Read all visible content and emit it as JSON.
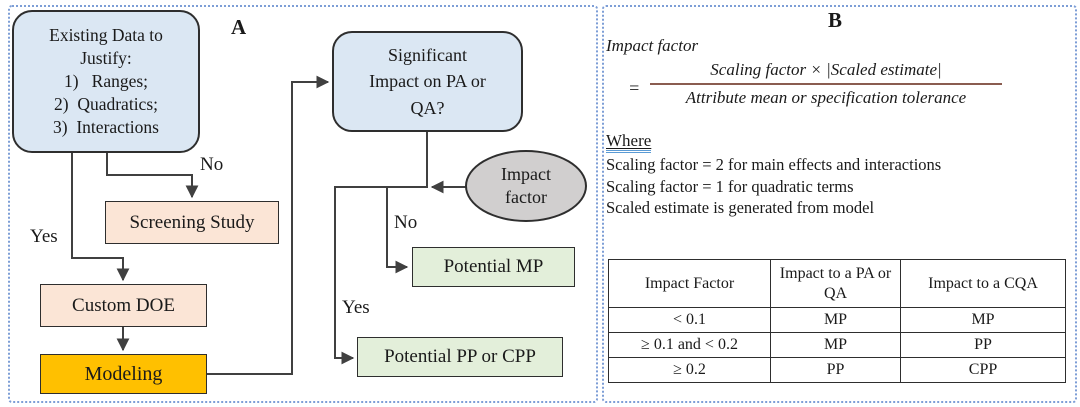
{
  "colors": {
    "light_blue": "#dbe7f3",
    "peach": "#fbe5d6",
    "gold": "#ffc000",
    "green": "#e3efda",
    "gray": "#d1cfcf",
    "panel_border_blue": "#7d9ed6",
    "connector_line": "#404040",
    "fraction_bar": "#8a5c50",
    "where_underline_blue": "#5b9bd5"
  },
  "panelA": {
    "label": "A",
    "nodes": {
      "existing_data": {
        "lines": [
          "Existing Data to",
          "Justify:",
          "1)   Ranges;",
          "2)  Quadratics;",
          "3)  Interactions"
        ]
      },
      "screening_study": {
        "label": "Screening Study"
      },
      "custom_doe": {
        "label": "Custom DOE"
      },
      "modeling": {
        "label": "Modeling"
      },
      "significant_impact": {
        "lines": [
          "Significant",
          "Impact on PA or",
          "QA?"
        ]
      },
      "impact_factor": {
        "lines": [
          "Impact",
          "factor"
        ]
      },
      "potential_mp": {
        "label": "Potential MP"
      },
      "potential_pp_cpp": {
        "label": "Potential PP or CPP"
      }
    },
    "edge_labels": {
      "yes_left": "Yes",
      "no_top": "No",
      "no_mid": "No",
      "yes_mid": "Yes"
    }
  },
  "panelB": {
    "label": "B",
    "formula": {
      "title": "Impact factor",
      "equals": "=",
      "numerator": "Scaling factor × |Scaled estimate|",
      "denominator": "Attribute mean or specification tolerance"
    },
    "where_label": "Where",
    "where_lines": [
      "Scaling factor = 2 for main effects and interactions",
      "Scaling factor = 1 for quadratic terms",
      "Scaled estimate is generated from model"
    ],
    "table": {
      "headers": [
        "Impact Factor",
        "Impact to a PA or QA",
        "Impact to a CQA"
      ],
      "rows": [
        [
          "< 0.1",
          "MP",
          "MP"
        ],
        [
          "≥ 0.1 and < 0.2",
          "MP",
          "PP"
        ],
        [
          "≥ 0.2",
          "PP",
          "CPP"
        ]
      ]
    }
  }
}
